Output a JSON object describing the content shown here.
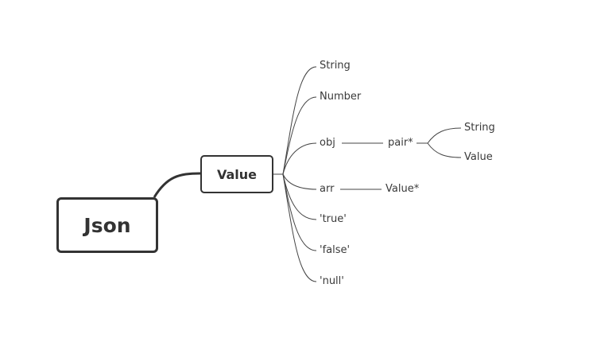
{
  "root": {
    "label": "Json"
  },
  "value_node": {
    "label": "Value"
  },
  "value_children": {
    "string": "String",
    "number": "Number",
    "obj": "obj",
    "arr": "arr",
    "true": "'true'",
    "false": "'false'",
    "null": "'null'"
  },
  "obj_child": {
    "label": "pair*"
  },
  "pair_children": {
    "string": "String",
    "value": "Value"
  },
  "arr_child": {
    "label": "Value*"
  },
  "colors": {
    "line": "#333333",
    "thin_line": "#444444",
    "text": "#3a3a3a"
  }
}
